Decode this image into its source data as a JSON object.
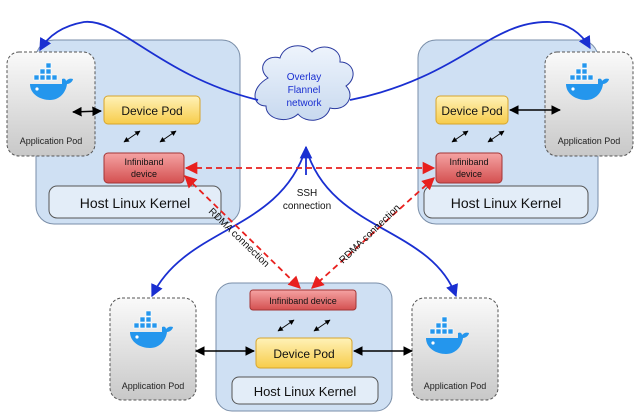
{
  "cloud": {
    "line1": "Overlay",
    "line2": "Flannel",
    "line3": "network"
  },
  "ssh": {
    "line1": "SSH",
    "line2": "connection"
  },
  "rdma": {
    "left": "RDMA connection",
    "right": "RDMA connection"
  },
  "nodes": {
    "top_left": {
      "device_pod": "Device Pod",
      "infiniband_line1": "Infiniband",
      "infiniband_line2": "device",
      "kernel": "Host Linux Kernel",
      "app_pod": "Application Pod"
    },
    "top_right": {
      "device_pod": "Device Pod",
      "infiniband_line1": "Infiniband",
      "infiniband_line2": "device",
      "kernel": "Host Linux Kernel",
      "app_pod": "Application Pod"
    },
    "bottom": {
      "device_pod": "Device Pod",
      "infiniband": "Infiniband device",
      "kernel": "Host Linux Kernel",
      "app_pod_left": "Application Pod",
      "app_pod_right": "Application Pod"
    }
  },
  "colors": {
    "host_fill": "#cfe0f3",
    "host_stroke": "#7a8ea8",
    "kernel_fill": "#e3edf8",
    "pod_fill": "#ffe38a",
    "pod_stroke": "#d7a52c",
    "ib_fill": "#e06060",
    "ib_stroke": "#a33535",
    "app_fill": "#d9d9d9",
    "overlay_line": "#1a2fd1",
    "rdma_line": "#e8201e"
  }
}
